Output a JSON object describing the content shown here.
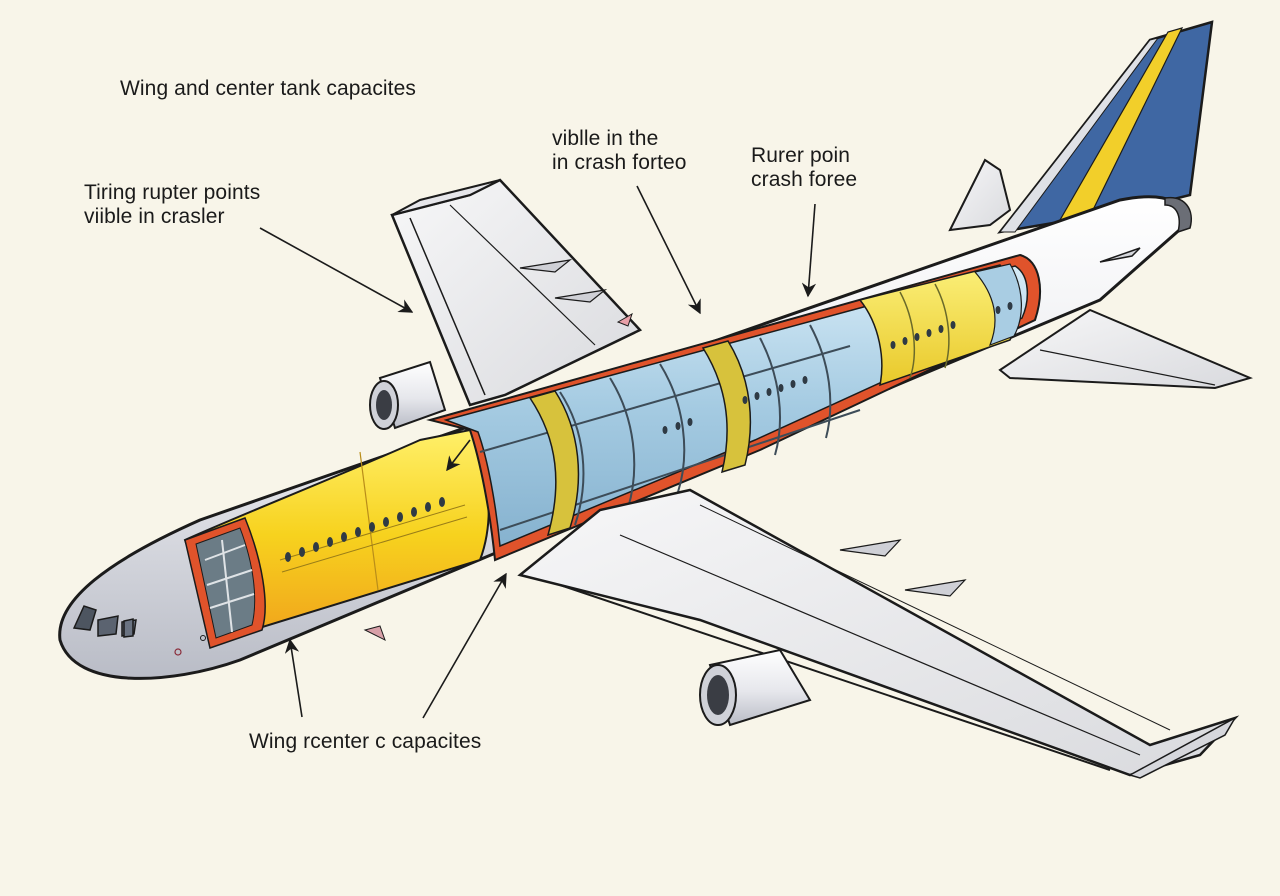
{
  "diagram": {
    "subject": "airliner cutaway illustration",
    "colors": {
      "background": "#f8f5e9",
      "fuselage": "#e9eaee",
      "forward_section": "#f5d31f",
      "cabin_section": "#a9cde3",
      "aft_section": "#f0dc3a",
      "frame_bands": "#d7c23c",
      "cut_edge": "#e0532b",
      "tail_blue": "#3f67a3",
      "tail_stripe": "#f2cf2a",
      "outline": "#1b1b1b"
    },
    "labels": [
      {
        "id": "title",
        "lines": [
          "Wing and center tank capacites"
        ]
      },
      {
        "id": "rupture",
        "lines": [
          "Tiring rupter points",
          "viible in crasler"
        ]
      },
      {
        "id": "visible",
        "lines": [
          "viblle in the",
          "in crash forteo"
        ]
      },
      {
        "id": "rurer",
        "lines": [
          "Rurer poin",
          "crash foree"
        ]
      },
      {
        "id": "bottom",
        "lines": [
          "Wing rcenter c capacites"
        ]
      }
    ]
  }
}
